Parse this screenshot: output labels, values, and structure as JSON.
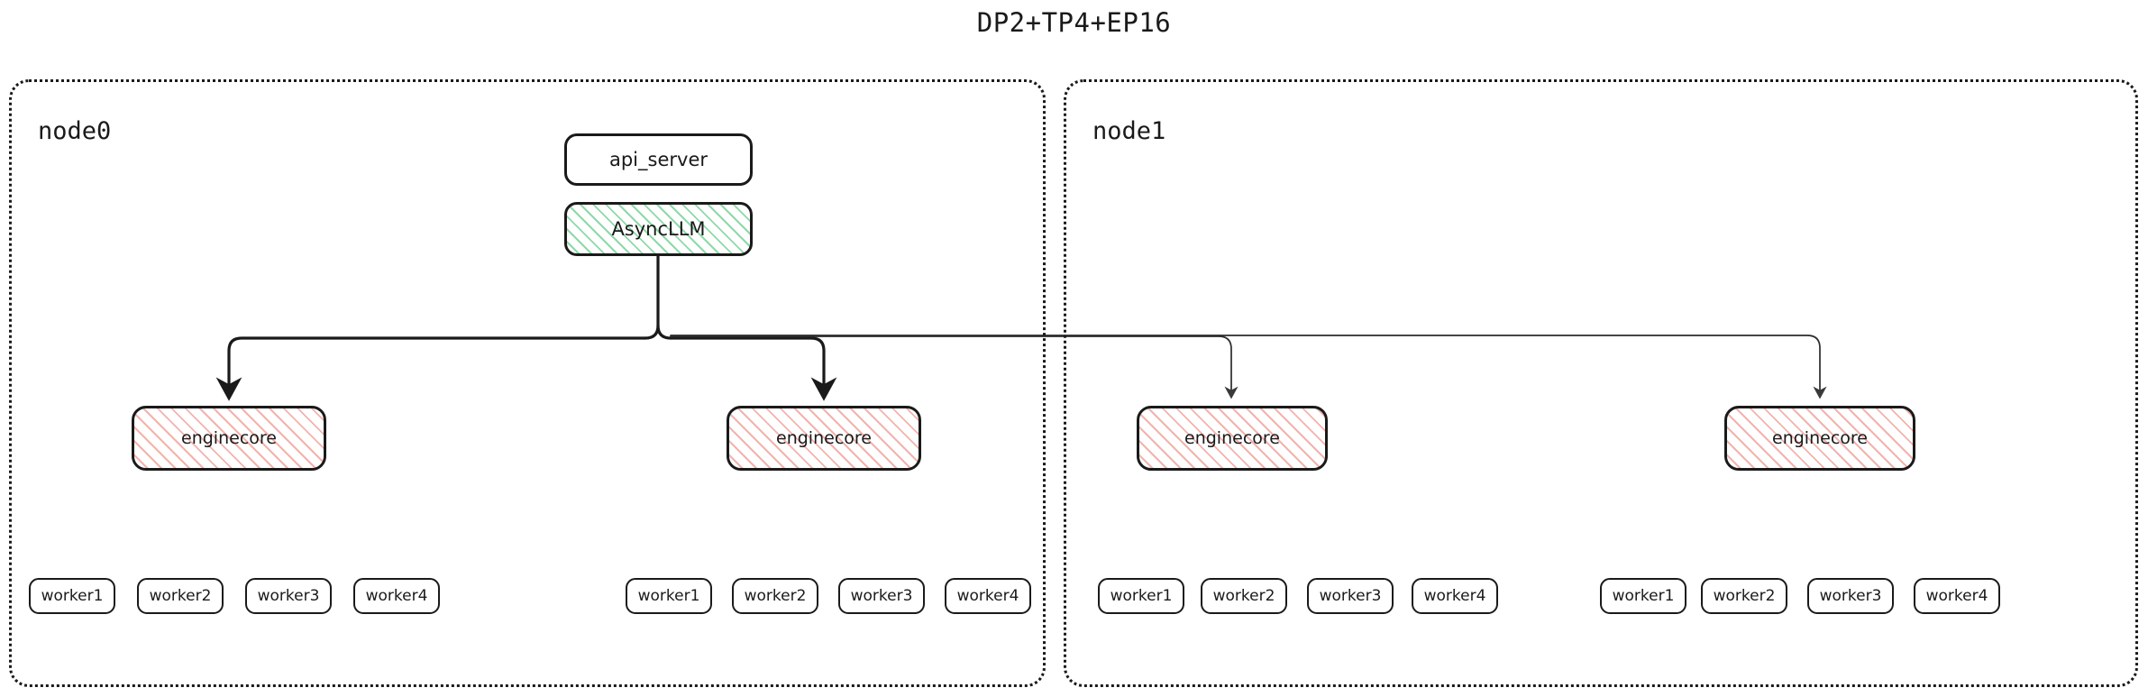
{
  "title": "DP2+TP4+EP16",
  "colors": {
    "stroke": "#1a1a1a",
    "background": "#ffffff",
    "async_hatch": "#8ed9a8",
    "engine_hatch": "#f2b3ad",
    "node_border": "#1a1a1a"
  },
  "nodes": [
    {
      "id": "node0",
      "label": "node0",
      "frontend": {
        "api_server": {
          "label": "api_server"
        },
        "async_llm": {
          "label": "AsyncLLM"
        }
      },
      "enginecores": [
        {
          "label": "enginecore",
          "workers": [
            {
              "label": "worker1"
            },
            {
              "label": "worker2"
            },
            {
              "label": "worker3"
            },
            {
              "label": "worker4"
            }
          ]
        },
        {
          "label": "enginecore",
          "workers": [
            {
              "label": "worker1"
            },
            {
              "label": "worker2"
            },
            {
              "label": "worker3"
            },
            {
              "label": "worker4"
            }
          ]
        }
      ]
    },
    {
      "id": "node1",
      "label": "node1",
      "frontend": null,
      "enginecores": [
        {
          "label": "enginecore",
          "workers": [
            {
              "label": "worker1"
            },
            {
              "label": "worker2"
            },
            {
              "label": "worker3"
            },
            {
              "label": "worker4"
            }
          ]
        },
        {
          "label": "enginecore",
          "workers": [
            {
              "label": "worker1"
            },
            {
              "label": "worker2"
            },
            {
              "label": "worker3"
            },
            {
              "label": "worker4"
            }
          ]
        }
      ]
    }
  ]
}
